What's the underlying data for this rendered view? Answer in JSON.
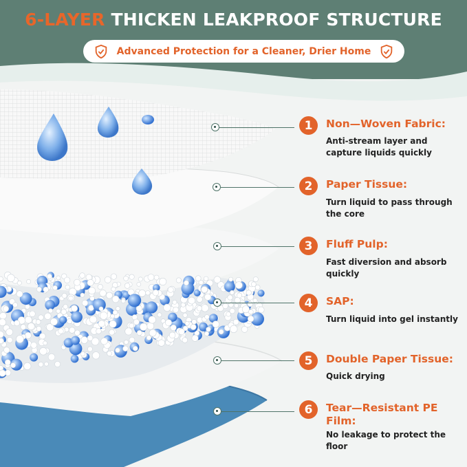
{
  "header": {
    "title_accent": "6-LAYER",
    "title_rest": "THICKEN LEAKPROOF STRUCTURE",
    "subtitle": "Advanced Protection for a Cleaner, Drier Home",
    "left_icon": "shield-check-icon",
    "right_icon": "shield-check-icon"
  },
  "colors": {
    "band": "#5e7f74",
    "accent": "#e2632a",
    "film": "#4a8ab8"
  },
  "layers": [
    {
      "number": "1",
      "title": "Non—Woven Fabric:",
      "desc": "Anti-stream layer and capture liquids quickly"
    },
    {
      "number": "2",
      "title": "Paper Tissue:",
      "desc": "Turn liquid to pass through the core"
    },
    {
      "number": "3",
      "title": "Fluff Pulp:",
      "desc": "Fast diversion and absorb quickly"
    },
    {
      "number": "4",
      "title": "SAP:",
      "desc": "Turn liquid into gel instantly"
    },
    {
      "number": "5",
      "title": "Double Paper Tissue:",
      "desc": "Quick drying"
    },
    {
      "number": "6",
      "title": "Tear—Resistant PE Film:",
      "desc": "No leakage to protect the floor"
    }
  ]
}
